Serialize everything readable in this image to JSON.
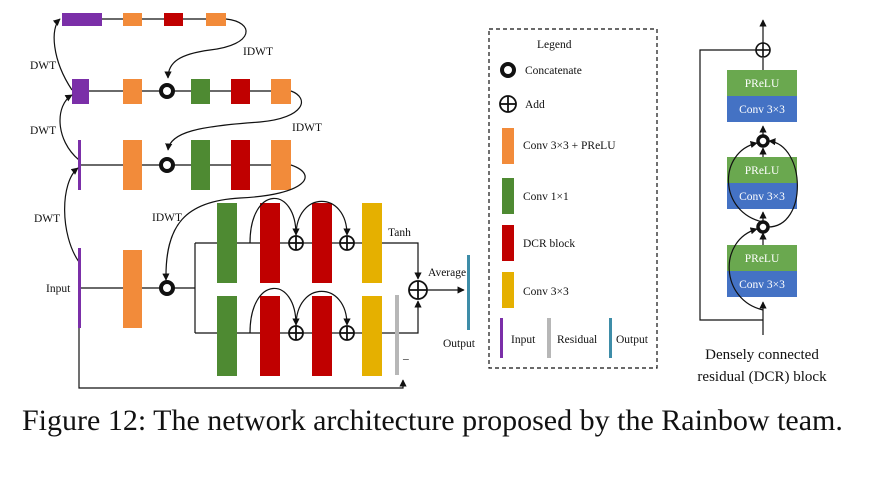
{
  "diagram": {
    "labels": {
      "dwt": "DWT",
      "idwt": "IDWT",
      "input": "Input",
      "output": "Output",
      "tanh": "Tanh",
      "average": "Average",
      "minus": "–"
    },
    "legend": {
      "title": "Legend",
      "items": [
        {
          "label": "Concatenate",
          "symbol": "concatenate"
        },
        {
          "label": "Add",
          "symbol": "add"
        },
        {
          "label": "Conv 3×3 + PReLU",
          "color": "#f28b3a"
        },
        {
          "label": "Conv 1×1",
          "color": "#4e8a32"
        },
        {
          "label": "DCR block",
          "color": "#c00000"
        },
        {
          "label": "Conv 3×3",
          "color": "#e5b000"
        }
      ],
      "bars": [
        {
          "label": "Input",
          "color": "#7b2fa8"
        },
        {
          "label": "Residual",
          "color": "#b7b7b7"
        },
        {
          "label": "Output",
          "color": "#3e8da8"
        }
      ]
    },
    "dcr_block": {
      "prelu": "PReLU",
      "conv": "Conv 3×3",
      "caption_line1": "Densely connected",
      "caption_line2": "residual (DCR) block"
    }
  },
  "colors": {
    "input": "#7b2fa8",
    "conv_prelu": "#f28b3a",
    "conv1x1": "#4e8a32",
    "dcr": "#c00000",
    "conv3x3": "#e5b000",
    "residual": "#b7b7b7",
    "output": "#3e8da8",
    "prelu_box": "#6aa84f",
    "conv_box": "#4472c4"
  },
  "caption": "Figure 12: The network architecture proposed by the Rainbow team."
}
